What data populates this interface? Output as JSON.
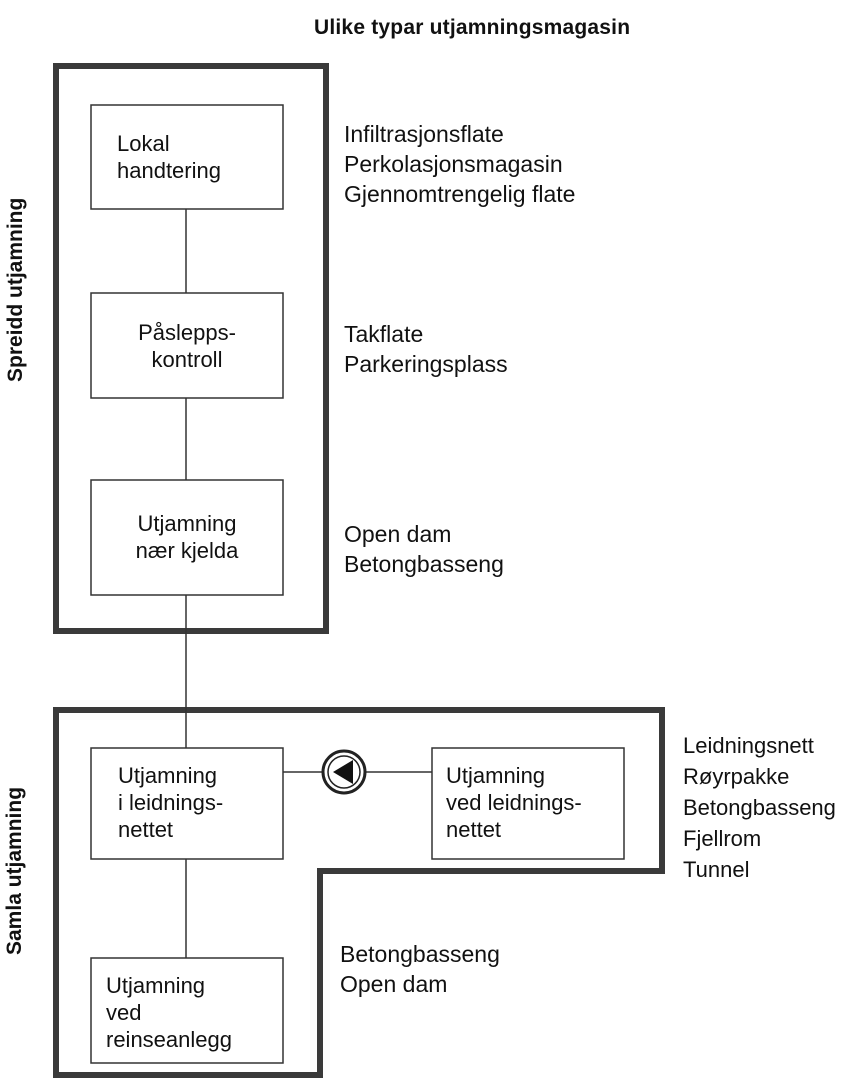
{
  "title": "Ulike typar utjamningsmagasin",
  "groups": {
    "spreidd": {
      "label": "Spreidd utjamning"
    },
    "samla": {
      "label": "Samla utjamning"
    }
  },
  "boxes": {
    "lokal": {
      "line1": "Lokal",
      "line2": "handtering"
    },
    "paslepp": {
      "line1": "Påslepps-",
      "line2": "kontroll"
    },
    "naer_kjelda": {
      "line1": "Utjamning",
      "line2": "nær kjelda"
    },
    "i_leidningsnettet": {
      "line1": "Utjamning",
      "line2": "i leidnings-",
      "line3": "nettet"
    },
    "ved_leidningsnettet": {
      "line1": "Utjamning",
      "line2": "ved leidnings-",
      "line3": "nettet"
    },
    "reinseanlegg": {
      "line1": "Utjamning",
      "line2": "ved",
      "line3": "reinseanlegg"
    }
  },
  "examples": {
    "lokal": [
      "Infiltrasjonsflate",
      "Perkolasjonsmagasin",
      "Gjennomtrengelig flate"
    ],
    "paslepp": [
      "Takflate",
      "Parkeringsplass"
    ],
    "naer_kjelda": [
      "Open dam",
      "Betongbasseng"
    ],
    "ved_leidningsnettet": [
      "Leidningsnett",
      "Røyrpakke",
      "Betongbasseng",
      "Fjellrom",
      "Tunnel"
    ],
    "reinseanlegg": [
      "Betongbasseng",
      "Open dam"
    ]
  },
  "icons": {
    "pump": "pump-icon"
  },
  "colors": {
    "line": "#333333",
    "frame": "#3a3a3a"
  }
}
